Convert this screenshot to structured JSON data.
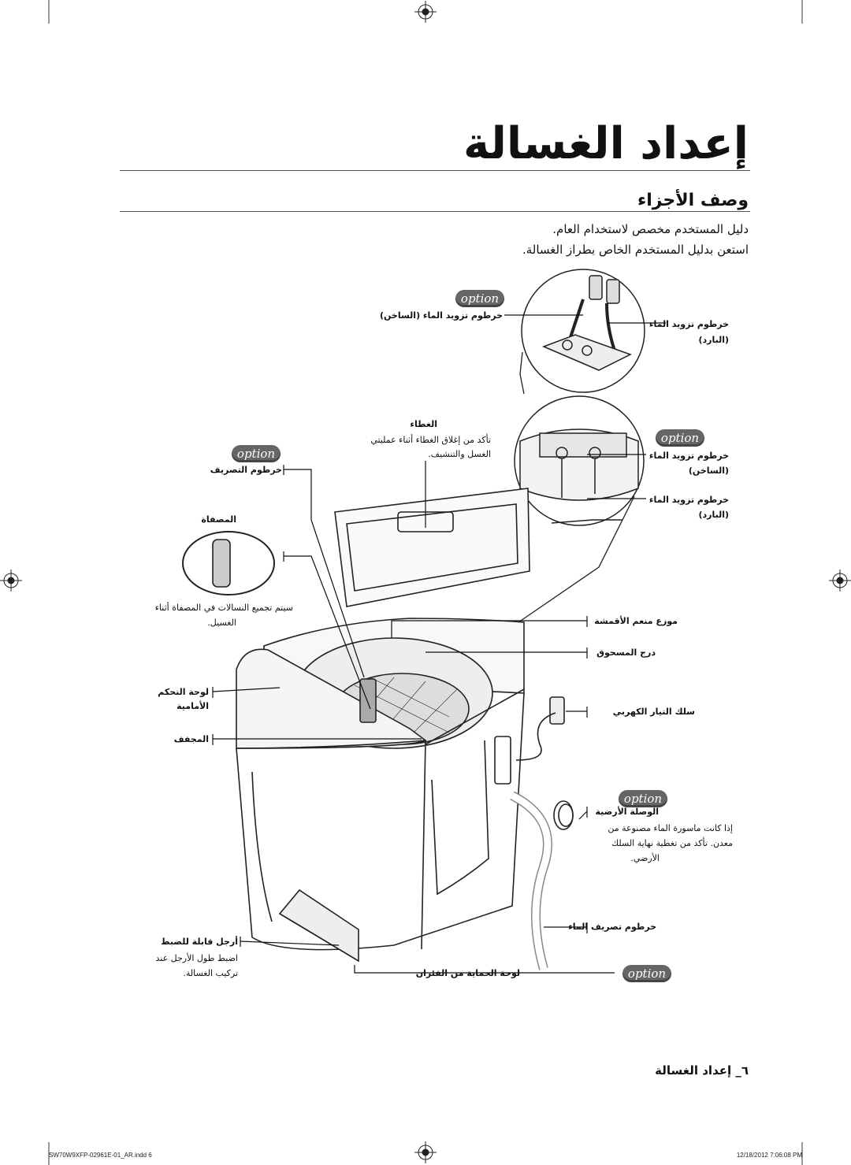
{
  "page_title": "إعداد الغسالة",
  "section_title": "وصف الأجزاء",
  "intro_lines": [
    "دليل المستخدم مخصص لاستخدام العام.",
    "استعن بدليل المستخدم الخاص بطراز الغسالة."
  ],
  "option_badge": "option",
  "parts": {
    "hot_inlet_hose": "خرطوم تزويد الماء (الساخن)",
    "cold_hose_top": "خرطوم تزويد الماء",
    "cold_hose_top_sub": "(البارد)",
    "lid": "الغطاء",
    "lid_desc_1": "تأكد من إغلاق الغطاء أثناء عمليتي",
    "lid_desc_2": "الغسل والتنشيف.",
    "hot_hose_mid": "خرطوم تزويد الماء",
    "hot_hose_mid_sub": "(الساخن)",
    "cold_hose_mid": "خرطوم تزويد الماء",
    "cold_hose_mid_sub": "(البارد)",
    "drain_hose_top": "خرطوم التصريف",
    "filter": "المصفاة",
    "filter_desc_1": "سيتم تجميع النسالات في المصفاة أثناء",
    "filter_desc_2": "الغسيل.",
    "softener_dispenser": "موزع منعم الأقمشة",
    "powder_drawer": "درج المسحوق",
    "power_cord": "سلك التيار الكهربي",
    "control_panel": "لوحة التحكم",
    "control_panel_2": "الأمامية",
    "dryer": "المجفف",
    "ground_wire": "الوصلة الأرضية",
    "ground_desc_1": "إذا كانت ماسورة الماء مصنوعة من",
    "ground_desc_2": "معدن. تأكد من تغطية نهاية السلك",
    "ground_desc_3": "الأرضي.",
    "drain_hose": "خرطوم تصريف الماء",
    "leveling_legs": "أرجل قابلة للضبط",
    "leveling_desc_1": "اضبط طول الأرجل عند",
    "leveling_desc_2": "تركيب الغسالة.",
    "protection_panel": "لوحة الحماية من الفئران"
  },
  "page_footer": "٦_ إعداد الغسالة",
  "file_ref": "SW70W9XFP-02961E-01_AR.indd   6",
  "timestamp": "12/18/2012   7:06:08 PM"
}
